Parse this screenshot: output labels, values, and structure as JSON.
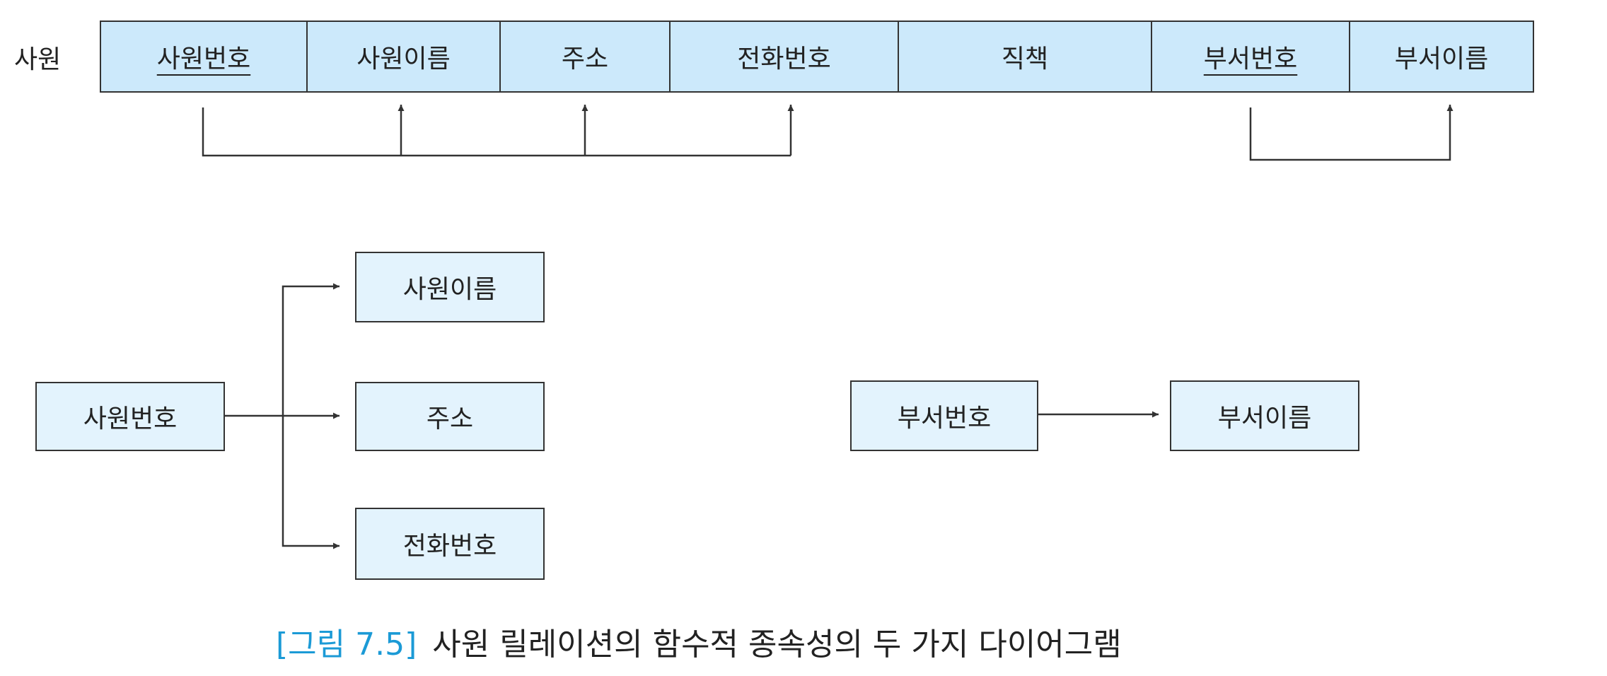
{
  "relation": {
    "name": "사원",
    "attributes": [
      {
        "label": "사원번호",
        "key": true
      },
      {
        "label": "사원이름",
        "key": false
      },
      {
        "label": "주소",
        "key": false
      },
      {
        "label": "전화번호",
        "key": false
      },
      {
        "label": "직책",
        "key": false
      },
      {
        "label": "부서번호",
        "key": true
      },
      {
        "label": "부서이름",
        "key": false
      }
    ]
  },
  "diagram": {
    "emp_source": "사원번호",
    "emp_targets": [
      "사원이름",
      "주소",
      "전화번호"
    ],
    "dept_source": "부서번호",
    "dept_target": "부서이름"
  },
  "caption": {
    "figure_number": "[그림 7.5]",
    "title": "사원 릴레이션의 함수적 종속성의 두 가지 다이어그램"
  },
  "colors": {
    "cell_fill": "#cce9fb",
    "box_fill": "#e3f3fd",
    "line": "#333333",
    "caption_accent": "#1b9ad6"
  }
}
